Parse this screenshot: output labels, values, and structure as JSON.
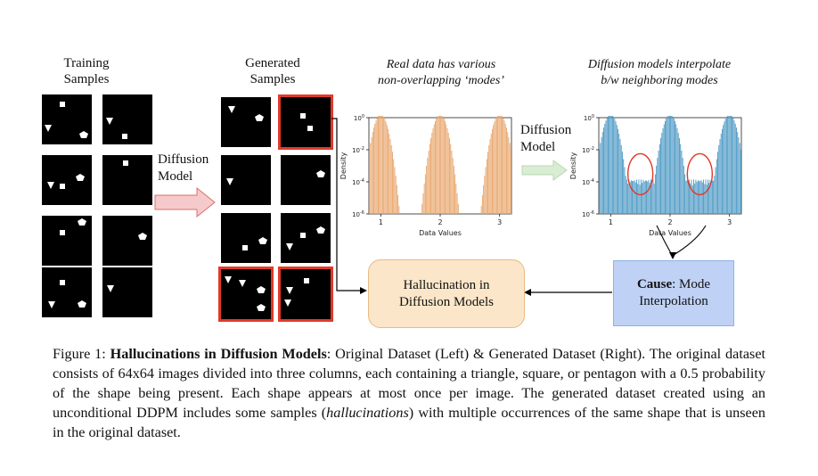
{
  "labels": {
    "training_line1": "Training",
    "training_line2": "Samples",
    "generated_line1": "Generated",
    "generated_line2": "Samples",
    "diffusion_model_1_line1": "Diffusion",
    "diffusion_model_1_line2": "Model",
    "diffusion_model_2_line1": "Diffusion",
    "diffusion_model_2_line2": "Model",
    "real_title_line1": "Real data has various",
    "real_title_line2": "non-overlapping ‘modes’",
    "interp_title_line1": "Diffusion models interpolate",
    "interp_title_line2": "b/w neighboring modes",
    "halluc_line1": "Hallucination in",
    "halluc_line2": "Diffusion Models",
    "cause_bold": "Cause",
    "cause_rest": ": Mode",
    "cause_line2": "Interpolation"
  },
  "caption": {
    "prefix": "Figure 1: ",
    "bold": "Hallucinations in Diffusion Models",
    "part1": ": Original Dataset (Left) & Generated Dataset (Right). The original dataset consists of 64x64 images divided into three columns, each containing a triangle, square, or pentagon with a 0.5 probability of the shape being present. Each shape appears at most once per image. The generated dataset created using an unconditional DDPM includes some samples (",
    "italic": "hallucinations",
    "part2": ") with multiple occurrences of the same shape that is unseen in the original dataset."
  },
  "colors": {
    "real_bars": "#e8a56a",
    "gen_bars": "#4a98c4",
    "red_outline": "#e03a2a",
    "halluc_box": "#fbe6c9",
    "cause_box": "#bfd2f5"
  },
  "chart_data": [
    {
      "type": "bar",
      "xlabel": "Data Values",
      "ylabel": "Density",
      "yscale": "log",
      "ylim": [
        1e-06,
        1
      ],
      "xticks": [
        "1",
        "2",
        "3"
      ],
      "yticks": [
        "10^0",
        "10^-2",
        "10^-4",
        "10^-6"
      ],
      "modes": [
        1,
        2,
        3
      ],
      "between_modes_density": 0
    },
    {
      "type": "bar",
      "xlabel": "Data Values",
      "ylabel": "Density",
      "yscale": "log",
      "ylim": [
        1e-06,
        1
      ],
      "xticks": [
        "1",
        "2",
        "3"
      ],
      "yticks": [
        "10^0",
        "10^-2",
        "10^-4",
        "10^-6"
      ],
      "modes": [
        1,
        2,
        3
      ],
      "between_modes_density": 0.0001
    }
  ]
}
